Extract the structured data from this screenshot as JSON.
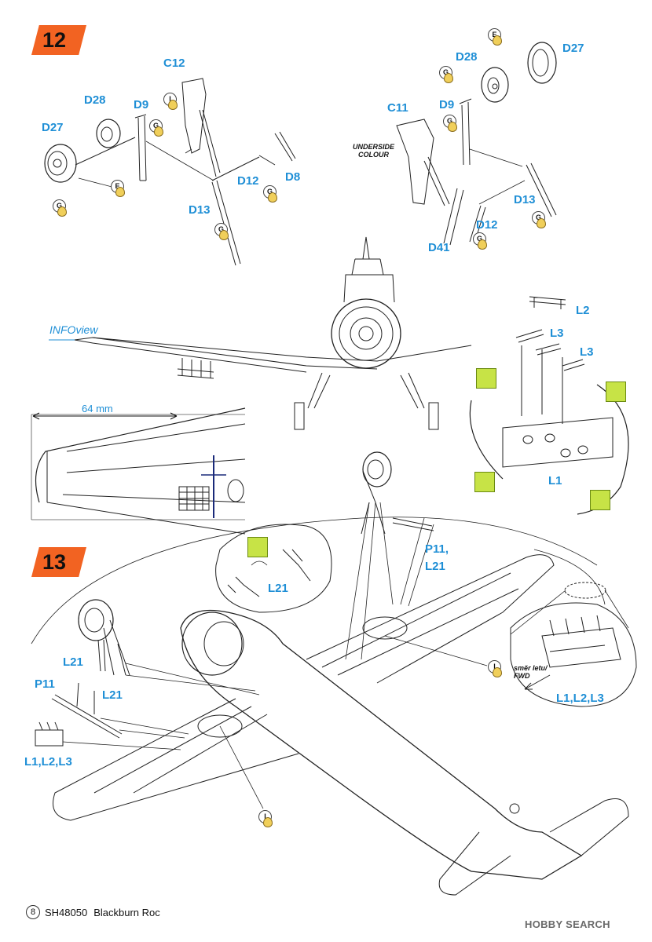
{
  "steps": {
    "step12": {
      "number": "12"
    },
    "step13": {
      "number": "13"
    }
  },
  "labels": {
    "c12": "C12",
    "d28_left": "D28",
    "d9_left": "D9",
    "d27_left": "D27",
    "d12_left": "D12",
    "d8": "D8",
    "d13_left": "D13",
    "d28_right": "D28",
    "d27_right": "D27",
    "c11": "C11",
    "d9_right": "D9",
    "d13_right": "D13",
    "d41": "D41",
    "d12_right": "D12",
    "l2": "L2",
    "l3_a": "L3",
    "l3_b": "L3",
    "l1": "L1",
    "p11_l21_line1": "P11,",
    "p11_l21_line2": "L21",
    "l21_inset": "L21",
    "l21_left": "L21",
    "l21_left2": "L21",
    "p11_left": "P11",
    "l123_left": "L1,L2,L3",
    "l123_right": "L1,L2,L3"
  },
  "notes": {
    "underside_line1": "UNDERSIDE",
    "underside_line2": "COLOUR",
    "direction_line1": "směr letu/",
    "direction_line2": "FWD"
  },
  "info": {
    "infoview": "INFOview",
    "dimension": "64 mm"
  },
  "paint_codes": {
    "e": "E",
    "g": "G",
    "i": "I"
  },
  "footer": {
    "page": "8",
    "code": "SH48050",
    "title": "Blackburn Roc"
  },
  "watermark": "HOBBY SEARCH",
  "colors": {
    "accent_orange": "#f26322",
    "label_blue": "#1f8fd6",
    "paint_yellow": "#f0cf5a",
    "pe_green": "#c7e346",
    "marker_navy": "#1a2a7a"
  }
}
